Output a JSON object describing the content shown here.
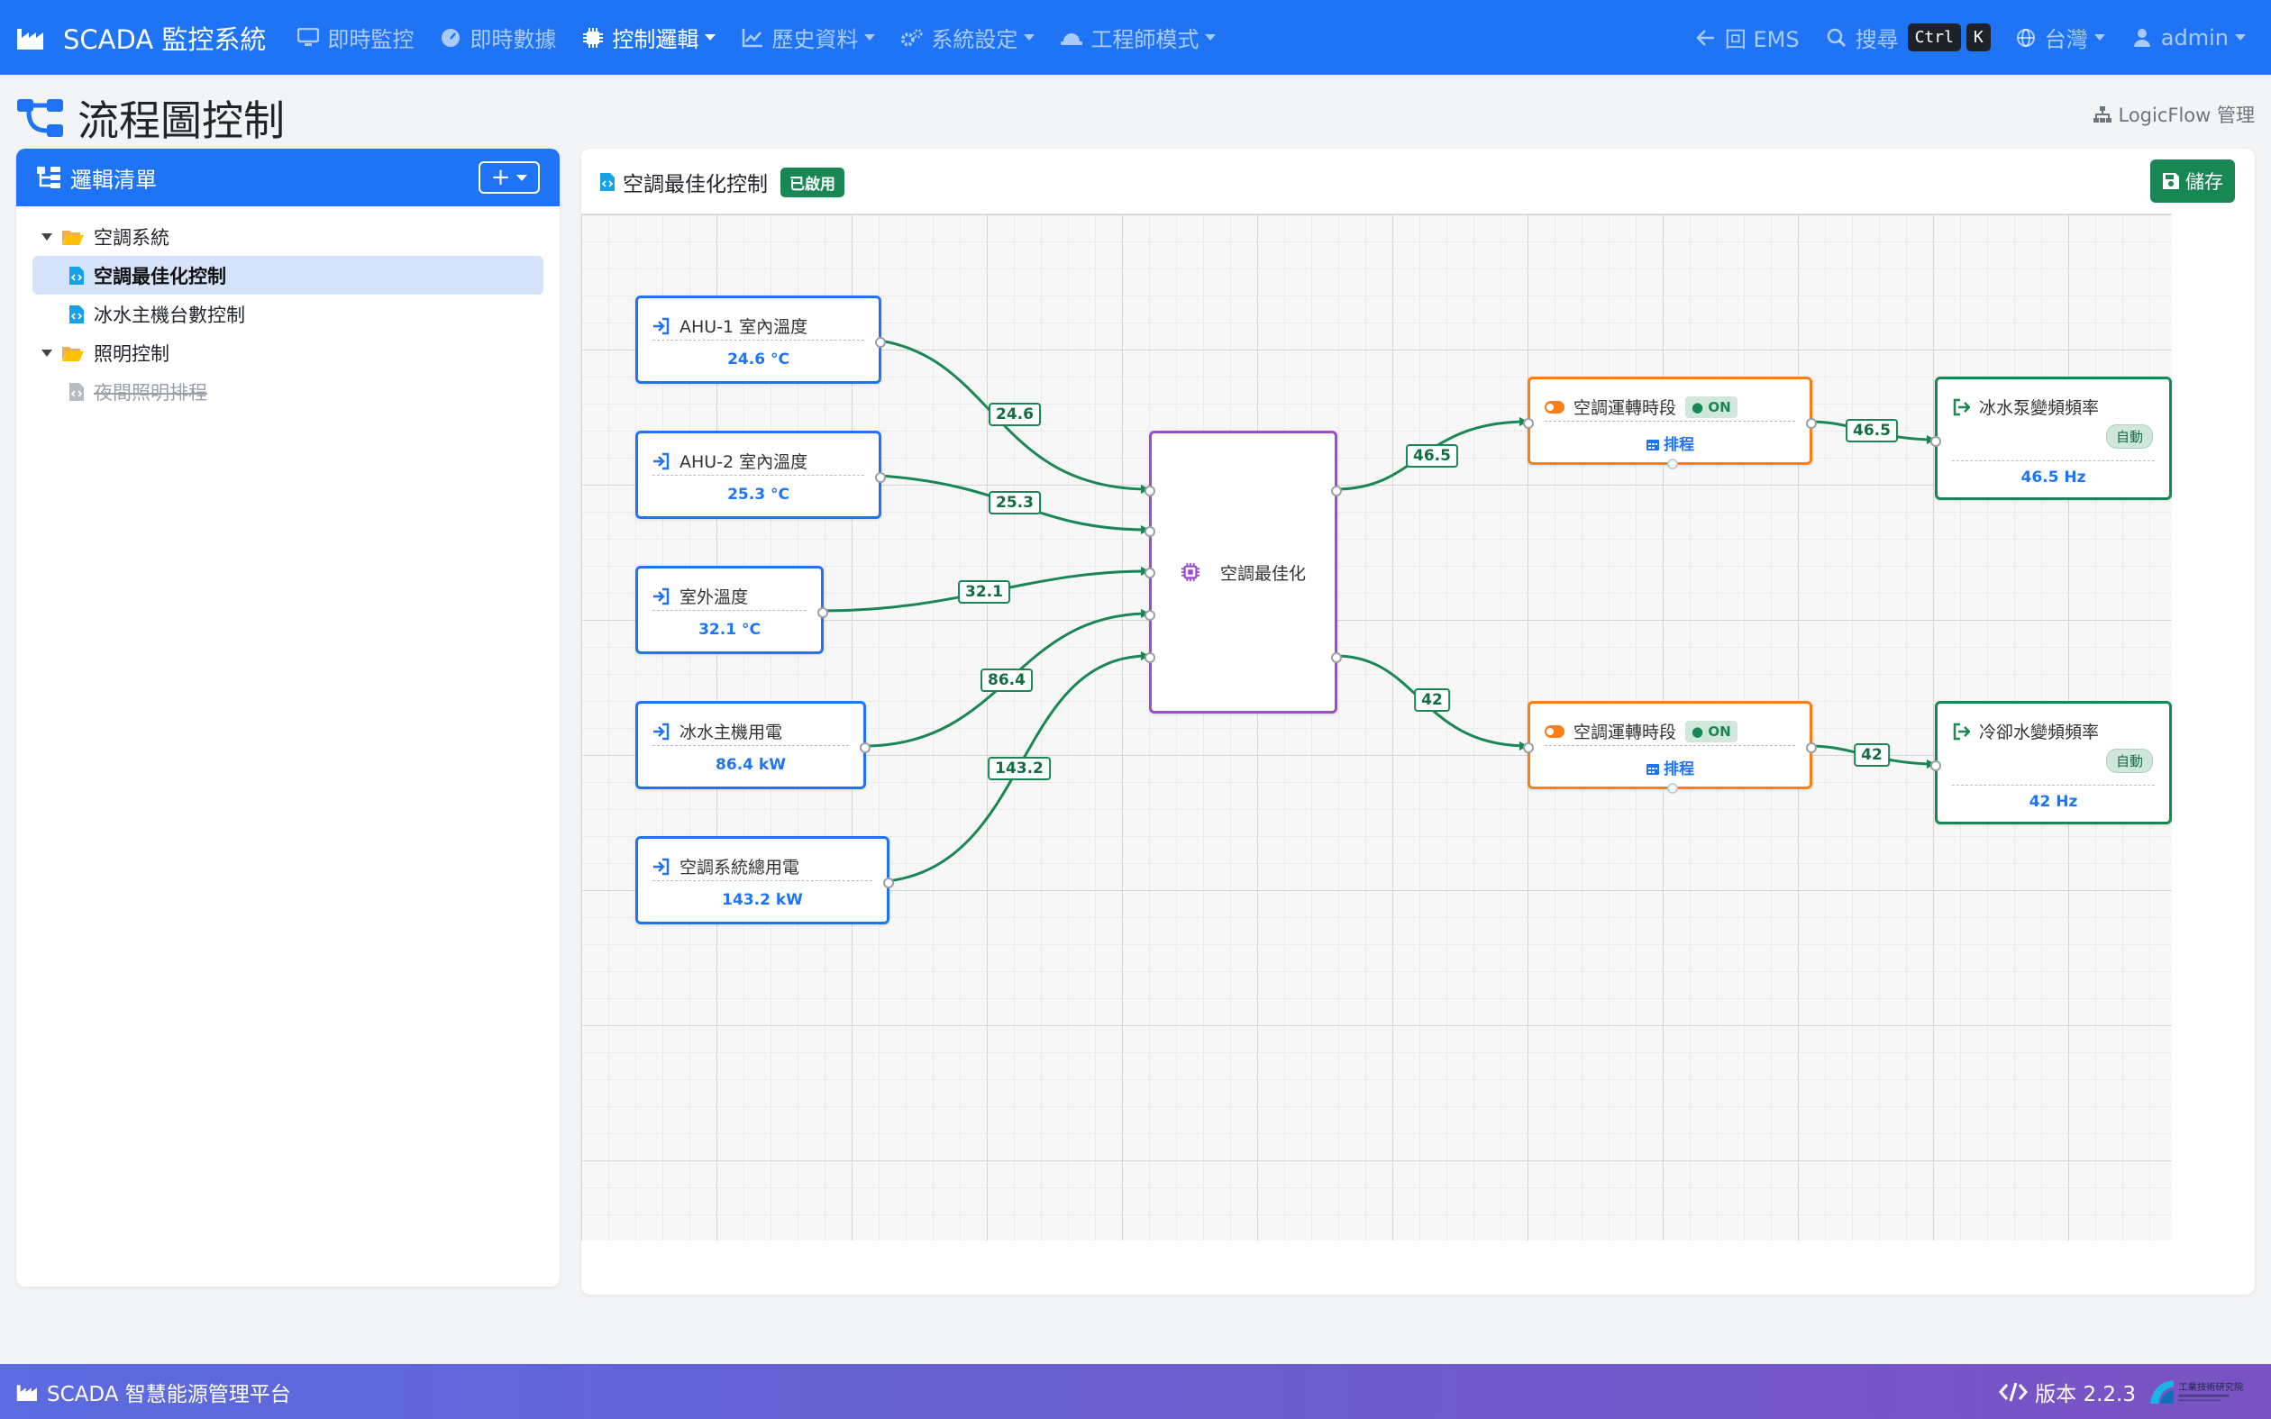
{
  "navbar": {
    "brand": "SCADA 監控系統",
    "items": [
      {
        "label": "即時監控",
        "icon": "monitor-icon",
        "dropdown": false
      },
      {
        "label": "即時數據",
        "icon": "gauge-icon",
        "dropdown": false
      },
      {
        "label": "控制邏輯",
        "icon": "microchip-icon",
        "dropdown": true,
        "active": true
      },
      {
        "label": "歷史資料",
        "icon": "chart-line-icon",
        "dropdown": true
      },
      {
        "label": "系統設定",
        "icon": "gears-icon",
        "dropdown": true
      },
      {
        "label": "工程師模式",
        "icon": "hard-hat-icon",
        "dropdown": true
      }
    ],
    "back_ems": "回 EMS",
    "search": "搜尋",
    "shortcut_ctrl": "Ctrl",
    "shortcut_k": "K",
    "language": "台灣",
    "user": "admin"
  },
  "page": {
    "title": "流程圖控制",
    "logicflow_link": "LogicFlow 管理"
  },
  "sidebar": {
    "header": "邏輯清單",
    "add_label": "+",
    "tree": [
      {
        "label": "空調系統",
        "type": "folder"
      },
      {
        "label": "空調最佳化控制",
        "type": "file",
        "selected": true
      },
      {
        "label": "冰水主機台數控制",
        "type": "file"
      },
      {
        "label": "照明控制",
        "type": "folder"
      },
      {
        "label": "夜間照明排程",
        "type": "file",
        "disabled": true
      }
    ]
  },
  "editor": {
    "title": "空調最佳化控制",
    "status_badge": "已啟用",
    "save_label": "儲存"
  },
  "flow": {
    "inputs": [
      {
        "label": "AHU-1 室內溫度",
        "value": "24.6 °C"
      },
      {
        "label": "AHU-2 室內溫度",
        "value": "25.3 °C"
      },
      {
        "label": "室外溫度",
        "value": "32.1 °C"
      },
      {
        "label": "冰水主機用電",
        "value": "86.4 kW"
      },
      {
        "label": "空調系統總用電",
        "value": "143.2 kW"
      }
    ],
    "logic_node": {
      "label": "空調最佳化"
    },
    "schedules": [
      {
        "label": "空調運轉時段",
        "state": "● ON",
        "sub": "排程"
      },
      {
        "label": "空調運轉時段",
        "state": "● ON",
        "sub": "排程"
      }
    ],
    "outputs": [
      {
        "label": "冰水泵變頻頻率",
        "mode": "自動",
        "value": "46.5 Hz"
      },
      {
        "label": "冷卻水變頻頻率",
        "mode": "自動",
        "value": "42 Hz"
      }
    ],
    "edge_labels": {
      "in1": "24.6",
      "in2": "25.3",
      "in3": "32.1",
      "in4": "86.4",
      "in5": "143.2",
      "logic_to_sched1": "46.5",
      "logic_to_sched2": "42",
      "sched1_to_out1": "46.5",
      "sched2_to_out2": "42"
    },
    "edge_color": "#198754"
  },
  "footer": {
    "platform": "SCADA 智慧能源管理平台",
    "version": "版本 2.2.3",
    "org_logo_text": "工業技術研究院"
  },
  "colors": {
    "primary": "#1f74f5",
    "success": "#198754",
    "warning": "#fd7e14",
    "logic": "#9b4dca"
  }
}
